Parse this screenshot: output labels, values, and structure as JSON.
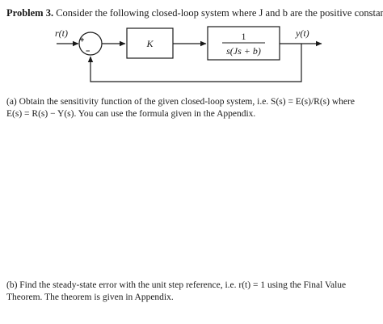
{
  "problem": {
    "label": "Problem 3.",
    "statement": " Consider the following closed-loop system where J and b are the positive constants:"
  },
  "diagram": {
    "input_label": "r(t)",
    "output_label": "y(t)",
    "plus_sign": "+",
    "minus_sign": "−",
    "controller_block": "K",
    "plant_numerator": "1",
    "plant_denominator": "s(Js + b)"
  },
  "part_a": {
    "line1": "(a) Obtain the sensitivity function of the given closed-loop system, i.e.  S(s) = E(s)/R(s)  where",
    "line2": "E(s) = R(s) − Y(s). You can use the formula given in the Appendix."
  },
  "part_b": {
    "line1": "(b) Find the steady-state error with the unit step reference, i.e.  r(t) = 1  using the Final Value",
    "line2": "Theorem. The theorem is given in Appendix."
  }
}
